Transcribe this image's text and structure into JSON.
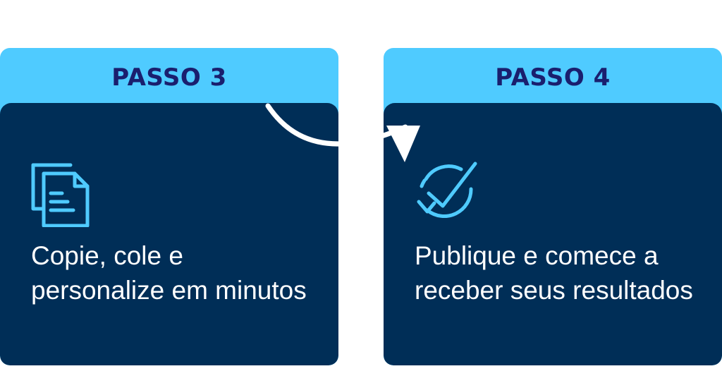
{
  "steps": [
    {
      "title": "PASSO 3",
      "icon": "document-icon",
      "text": "Copie, cole e personalize em minutos"
    },
    {
      "title": "PASSO 4",
      "icon": "refresh-check-icon",
      "text": "Publique e comece a receber seus resultados"
    }
  ],
  "colors": {
    "header": "#4fcbff",
    "header_text": "#1a1f6e",
    "body": "#002e57",
    "body_text": "#ffffff",
    "icon": "#4fcbff",
    "arrow": "#ffffff"
  }
}
